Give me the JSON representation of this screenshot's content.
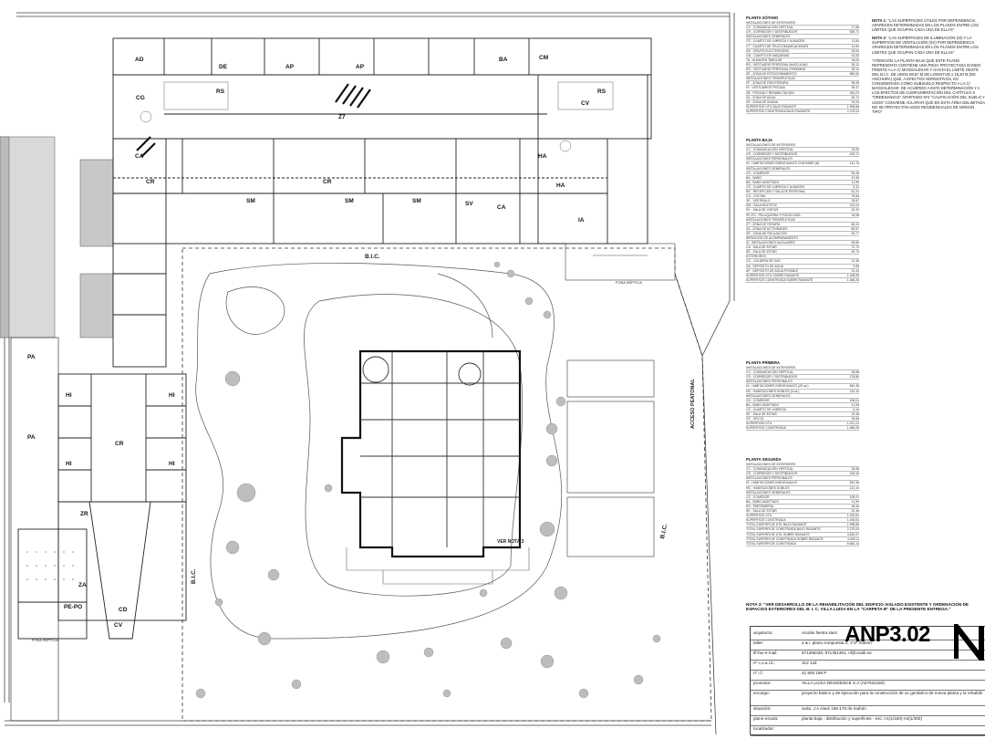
{
  "plan_labels": {
    "bic_top": "B.I.C.",
    "bic_right": "B.I.C.",
    "bic_left": "B.I.C.",
    "acceso_peatonal": "ACCESO PEATONAL",
    "ver_nota": "VER NOTA 3",
    "fosa_septica_right": "FOSA SÉPTICA",
    "fosa_septica_bottom": "FOSA SÉPTICA"
  },
  "room_codes": {
    "rs_left": "RS",
    "rs_right": "RS",
    "de": "DE",
    "ap1": "AP",
    "ap2": "AP",
    "ba": "BA",
    "cg": "CG",
    "cv": "CV",
    "z7": "Z7",
    "ha_top": "HA",
    "ha": "HA",
    "ia": "IA",
    "cr_mid": "CR",
    "sm1": "SM",
    "sm2": "SM",
    "sm3": "SM",
    "sv": "SV",
    "ca": "CA",
    "pa1": "PA",
    "pa2": "PA",
    "hi1": "HI",
    "hi2": "HI",
    "hi3": "HI",
    "hi4": "HI",
    "cr_left": "CR",
    "zr": "ZR",
    "za": "ZA",
    "pe_po": "PE-PO",
    "cd": "CD",
    "cv2": "CV",
    "cm": "CM",
    "ad": "AD",
    "ca2": "CA",
    "cr_top": "CR"
  },
  "schedule": {
    "sotano_title": "PLANTA SÓTANO",
    "sotano_rows": [
      [
        "INSTALACIONES DE INTERIORES",
        ""
      ],
      [
        "CV - COMUNICACIÓN VERTICAL",
        "17,96"
      ],
      [
        "CR - CORREDOR Y DISTRIBUIDOR",
        "655,71"
      ],
      [
        "INSTALACIONES GENERALES",
        ""
      ],
      [
        "CS - CUARTO DE LIMPIEZA Y ALMACÉN",
        "11,64"
      ],
      [
        "CT - CUARTO DE TELECOMUNICACIONES",
        "12,60"
      ],
      [
        "GE - GRUPO ELECTRÓGENO",
        "25,00"
      ],
      [
        "CM - CUARTO DE MÁQUINAS",
        "43,52"
      ],
      [
        "TA - ALMACÉN TABULAR",
        "18,00"
      ],
      [
        "RS - VESTUARIO PERSONAL MASCULINO",
        "35,12"
      ],
      [
        "RS - VESTUARIO PERSONAL FEMENINO",
        "35,12"
      ],
      [
        "ZE - ZONA DE ESTACIONAMIENTO",
        "890,50"
      ],
      [
        "INSTALACIONES TERAPÉUTICAS",
        ""
      ],
      [
        "ZF - ZONA DE FISIOTERAPIA",
        "95,45"
      ],
      [
        "HI - VESTUARIOS PISCINA",
        "35,47"
      ],
      [
        "ZB - PISCINA Y REHABILITACIÓN",
        "254,23"
      ],
      [
        "ZA - ZONA DE AGUA",
        "69,72"
      ],
      [
        "ZS - ZONA DE SAUNA",
        "20,03"
      ],
      [
        "SUPERFICIE ÚTIL BAJO RASANTE",
        "1.998,86"
      ],
      [
        "SUPERFICIE CONSTRUIDA BAJO RASANTE",
        "2.275,03"
      ]
    ],
    "baja_title": "PLANTA BAJA",
    "baja_rows": [
      [
        "INSTALACIONES DE INTERIORES",
        ""
      ],
      [
        "CV - COMUNICACIÓN VERTICAL",
        "23,90"
      ],
      [
        "CR - CORREDOR Y DISTRIBUIDOR",
        "429,71"
      ],
      [
        "INSTALACIONES PERSONALES",
        ""
      ],
      [
        "HI - HABITACIONES INDIVIDUALES CON BAÑO (8)",
        "141,76"
      ],
      [
        "INSTALACIONES GENERALES",
        ""
      ],
      [
        "CD - COMEDOR",
        "95,45"
      ],
      [
        "BA - BAÑO",
        "21,96"
      ],
      [
        "BA - BAÑO ADAPTADO",
        "11,99"
      ],
      [
        "CS - CUARTO DE LIMPIEZA Y ALMACÉN",
        "5,31"
      ],
      [
        "RE - RECEPCIÓN Y SALA DE PERSONAL",
        "61,31"
      ],
      [
        "CO - COCINA",
        "75,83"
      ],
      [
        "VE - VESTIBULO",
        "25,67"
      ],
      [
        "SM - SALA MÚLTIPLE",
        "120,02"
      ],
      [
        "SV - SALA DE VISITAS",
        "20,32"
      ],
      [
        "PE-PO - PELUQUERÍA Y PODOLOGÍA",
        "16,08"
      ],
      [
        "INSTALACIONES TERAPÉUTICAS",
        ""
      ],
      [
        "ZT - ZONA DE TERAPIA",
        "66,10"
      ],
      [
        "ZA - ZONA DE ACTIVIDADES",
        "80,57"
      ],
      [
        "ZR - ZONA DE RELAJACIÓN",
        "53,77"
      ],
      [
        "SERVICIOS DE ACOMPAÑAMIENTO",
        ""
      ],
      [
        "IA - INSTALACIONES AUXILIARES",
        "69,60"
      ],
      [
        "CA - SALA DE ESTAR",
        "70,70"
      ],
      [
        "SE - SALA DE ESTAR",
        "49,70"
      ],
      [
        "EXTERIORES",
        ""
      ],
      [
        "CG - CALDERA DE GAS",
        "21,36"
      ],
      [
        "DA - DEPÓSITO DE AGUA",
        "9,58"
      ],
      [
        "AP - DEPÓSITO DE AGUA POTABLE",
        "31,43"
      ],
      [
        "SUPERFICIE ÚTIL SOBRE RASANTE",
        "1.208,05"
      ],
      [
        "SUPERFICIE CONSTRUIDA SOBRE RASANTE",
        "1.486,25"
      ]
    ],
    "primera_title": "PLANTA PRIMERA",
    "primera_rows": [
      [
        "INSTALACIONES DE INTERIORES",
        ""
      ],
      [
        "CV - COMUNICACIÓN VERTICAL",
        "28,68"
      ],
      [
        "CR - CORREDOR Y DISTRIBUIDOR",
        "178,80"
      ],
      [
        "INSTALACIONES PERSONALES",
        ""
      ],
      [
        "HI - HABITACIONES INDIVIDUALES (25 ud.)",
        "561,36"
      ],
      [
        "HD - HABITACIONES DOBLES (5 ud.)",
        "120,10"
      ],
      [
        "INSTALACIONES GENERALES",
        ""
      ],
      [
        "CD - COMEDOR",
        "108,01"
      ],
      [
        "BA - BAÑO ADAPTADO",
        "11,99"
      ],
      [
        "CS - CUARTO DE LIMPIEZA",
        "6,15"
      ],
      [
        "SE - SALA DE ESTAR",
        "22,48"
      ],
      [
        "OF - OFICIO",
        "35,56"
      ],
      [
        "SUPERFICIE ÚTIL",
        "1.221,21"
      ],
      [
        "SUPERFICIE CONSTRUIDA",
        "1.486,25"
      ]
    ],
    "segunda_title": "PLANTA SEGUNDA",
    "segunda_rows": [
      [
        "INSTALACIONES DE INTERIORES",
        ""
      ],
      [
        "CV - COMUNICACIÓN VERTICAL",
        "28,68"
      ],
      [
        "CR - CORREDOR Y DISTRIBUIDOR",
        "165,40"
      ],
      [
        "INSTALACIONES PERSONALES",
        ""
      ],
      [
        "HI - HABITACIONES INDIVIDUALES",
        "551,36"
      ],
      [
        "HD - HABITACIONES DOBLES",
        "121,10"
      ],
      [
        "INSTALACIONES GENERALES",
        ""
      ],
      [
        "CD - COMEDOR",
        "108,01"
      ],
      [
        "BA - BAÑO ADAPTADO",
        "11,99"
      ],
      [
        "EN - ENFERMERÍA",
        "18,40"
      ],
      [
        "SE - SALA DE ESTAR",
        "22,48"
      ],
      [
        "SUPERFICIE ÚTIL",
        "1.202,81"
      ],
      [
        "SUPERFICIE CONSTRUIDA",
        "1.436,61"
      ],
      [
        "TOTAL SUPERFICIE ÚTIL BAJO RASANTE",
        "1.998,86"
      ],
      [
        "TOTAL SUPERFICIE CONSTRUIDA BAJO RASANTE",
        "2.275,03"
      ],
      [
        "TOTAL SUPERFICIE ÚTIL SOBRE RASANTE",
        "3.632,07"
      ],
      [
        "TOTAL SUPERFICIE CONSTRUIDA SOBRE RASANTE",
        "4.409,11"
      ],
      [
        "TOTAL SUPERFICIE CONSTRUIDA",
        "6.684,14"
      ]
    ]
  },
  "notes": {
    "nota1_label": "NOTA 1:",
    "nota1": "\"LAS SUPERFICIES ÚTILES POR DEPENDENCIA APARECEN DETERMINADAS EN LOS PLANOS ENTRE LOS LÍMITES QUE OCUPAN CADA UNA DE ELLAS\"",
    "nota2_label": "NOTA 2:",
    "nota2": "\"LAS SUPERFICIES DE ILUMINACIÓN (SI) Y LA SUPERFICIE DE VENTILACIÓN (SV) POR DEPENDENCIA APARECEN DETERMINADAS EN LOS PLANOS ENTRE LOS LÍMITES QUE OCUPAN CADA UNA DE ELLAS\"",
    "atencion": "\"ATENCIÓN: LA PLANTA BAJA QUE ESTE PLANO REPRESENTA CONTIENE UNA PIEZA PROYECTADA DANDO FRENTE A LA C/ MAGDALEGAR Y HASTA EL LÍMITE OESTE DEL B.I.C. DE UNOS 68,67 M DE LONGITUD x 15,20 M (DE ANCHURA) QUE, A EFECTOS NORMATIVOS, ES CONSIDERADA COMO SUBSUELO RESPECTO A LA C/ MAGDALEGAR. DE ACUERDO A ESTA DETERMINACIÓN Y A LOS EFECTOS DE CUMPLIMENTACIÓN DEL CAPÍTULO 6 \"ORDENANZAS\" APARTADO Nº4 \"CALIFICACIÓN DEL SUELO Y USOS\" CONVIENE ACLARAR QUE EN ESTA ÁREA DELIMITADA NO SE PROYECTAN USOS RESIDENCIALES DE NINGÚN TIPO\"",
    "nota3": "NOTA 3: \"VER DESARROLLO DE LA REHABILITACIÓN DEL EDIFICIO AISLADO EXISTENTE Y ORDENACIÓN DE ESPACIOS EXTERIORES DEL B. I. C. VILLA LUISA EN LA \"CARPETA B\" DE LA PRESENTE ENTREGA.\""
  },
  "title_block": {
    "sheet": "ANP3.02",
    "rows": [
      {
        "key": "arquitecto:",
        "val": "nicolás fiestra sáez"
      },
      {
        "key": "taller:",
        "val": "a & i. plaza compuesta 2, 1º2ª mahón"
      },
      {
        "key": "tlf-fax-e-mail:",
        "val": "971368430, 971351391, nf@coaib.es"
      },
      {
        "key": "nº c.o.a.i.b.:",
        "val": "312 134"
      },
      {
        "key": "nº i.f.:",
        "val": "41.900.168 P"
      },
      {
        "key": "promotor:",
        "val": "VILLA LUISA RESIDENCE S.A (A07915150)"
      },
      {
        "key": "encargo:",
        "val": "proyecto básico y de ejecución para la construcción de un geriátrico de nueva planta y la rehabilitación de un edificio aislado existente incluso ordenación de espacios exteriores"
      },
      {
        "key": "situación:",
        "val": "avda. J.A clavé 158-170 de mahón"
      },
      {
        "key": "plano-escala:",
        "val": "planta baja - distribución y superficies - esc: A1(1/150)-A3(1/300)"
      },
      {
        "key": "localizador:",
        "val": ""
      }
    ]
  }
}
